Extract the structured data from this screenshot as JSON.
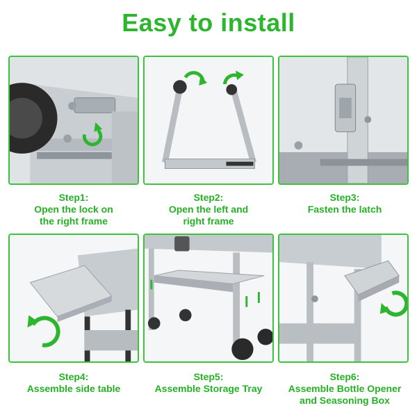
{
  "title": "Easy to install",
  "steps": [
    {
      "step": "Step1:",
      "lines": [
        "Open the lock on",
        "the right frame"
      ]
    },
    {
      "step": "Step2:",
      "lines": [
        "Open the left and",
        "right frame"
      ]
    },
    {
      "step": "Step3:",
      "lines": [
        "Fasten the latch",
        ""
      ]
    },
    {
      "step": "Step4:",
      "lines": [
        "Assemble side table",
        ""
      ]
    },
    {
      "step": "Step5:",
      "lines": [
        "Assemble Storage Tray",
        ""
      ]
    },
    {
      "step": "Step6:",
      "lines": [
        "Assemble Bottle Opener",
        "and Seasoning Box"
      ]
    }
  ],
  "colors": {
    "accent": "#2db52d",
    "border": "#3cc23c"
  }
}
